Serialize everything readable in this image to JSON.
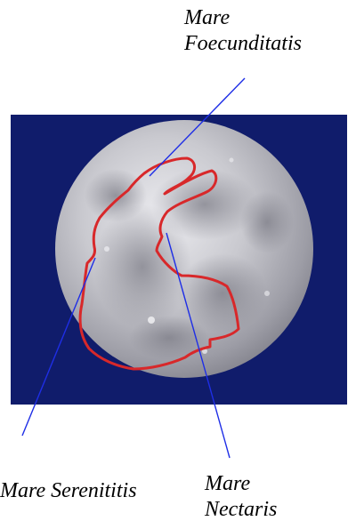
{
  "labels": {
    "foecunditatis": [
      "Mare",
      "Foecunditatis"
    ],
    "serenititis": "Mare Serenititis",
    "nectaris": [
      "Mare",
      "Nectaris"
    ]
  },
  "colors": {
    "sky": "#101c6b",
    "outline": "#d8282a",
    "leader": "#1e2ee6",
    "moon_light": "#e8e8ec",
    "moon_dark": "#6e6e78"
  },
  "icons": {
    "moon": "full-moon-photo",
    "rabbit_outline": "rabbit-shape-outline"
  }
}
